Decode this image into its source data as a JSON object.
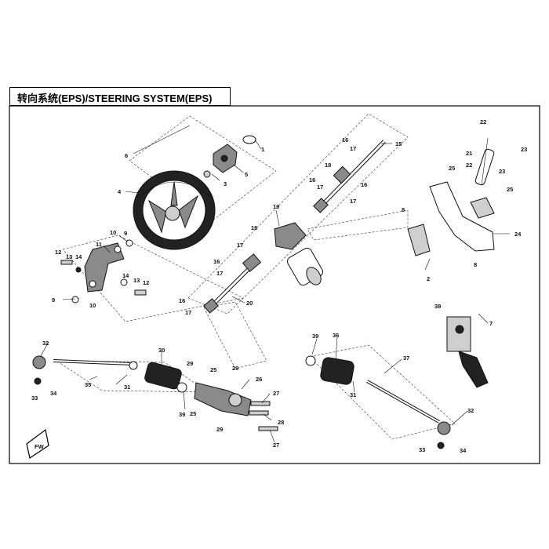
{
  "title": "转向系统(EPS)/STEERING SYSTEM(EPS)",
  "callouts": [
    "1",
    "2",
    "3",
    "4",
    "5",
    "6",
    "7",
    "8",
    "9",
    "10",
    "11",
    "12",
    "13",
    "14",
    "15",
    "16",
    "17",
    "18",
    "19",
    "20",
    "21",
    "22",
    "23",
    "24",
    "25",
    "26",
    "27",
    "28",
    "29",
    "30",
    "31",
    "32",
    "33",
    "34",
    "35",
    "36",
    "37",
    "38",
    "39"
  ],
  "badge": "FW"
}
